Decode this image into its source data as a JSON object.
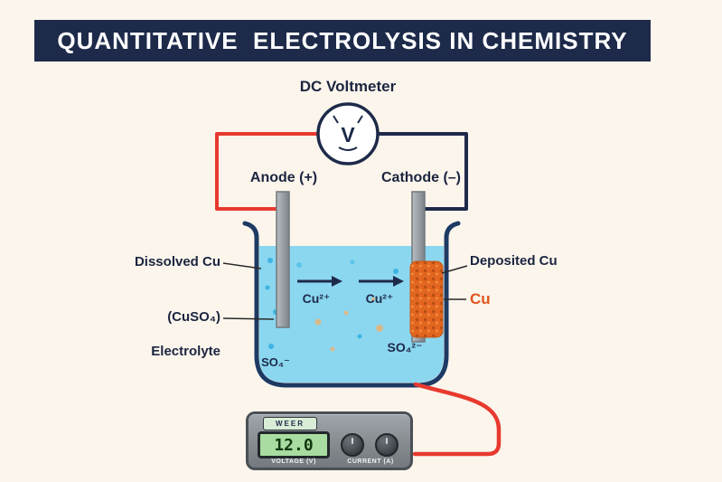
{
  "title": "QUANTITATIVE  ELECTROLYSIS IN CHEMISTRY",
  "voltmeter": {
    "label": "DC Voltmeter",
    "symbol": "V"
  },
  "electrodes": {
    "anode_label": "Anode (+)",
    "cathode_label": "Cathode (–)"
  },
  "left_labels": {
    "dissolved": "Dissolved Cu",
    "formula": "(CuSO₄)",
    "electrolyte": "Electrolyte"
  },
  "right_labels": {
    "deposited": "Deposited Cu",
    "cu": "Cu"
  },
  "ions": {
    "cu_1": "Cu²⁺",
    "cu_2": "Cu²⁺",
    "so4_left": "SO₄⁻",
    "so4_right": "SO₄²⁻"
  },
  "power_supply": {
    "brand": "WEER",
    "display_value": "12.0",
    "voltage_label": "VOLTAGE (V)",
    "current_label": "CURRENT (A)"
  },
  "colors": {
    "background": "#fbf5ec",
    "navy": "#1e2a4a",
    "wire_red": "#e8392e",
    "electrolyte_blue": "#8bd7f0",
    "copper_orange": "#e2661f",
    "beaker_outline": "#1d3a63"
  }
}
